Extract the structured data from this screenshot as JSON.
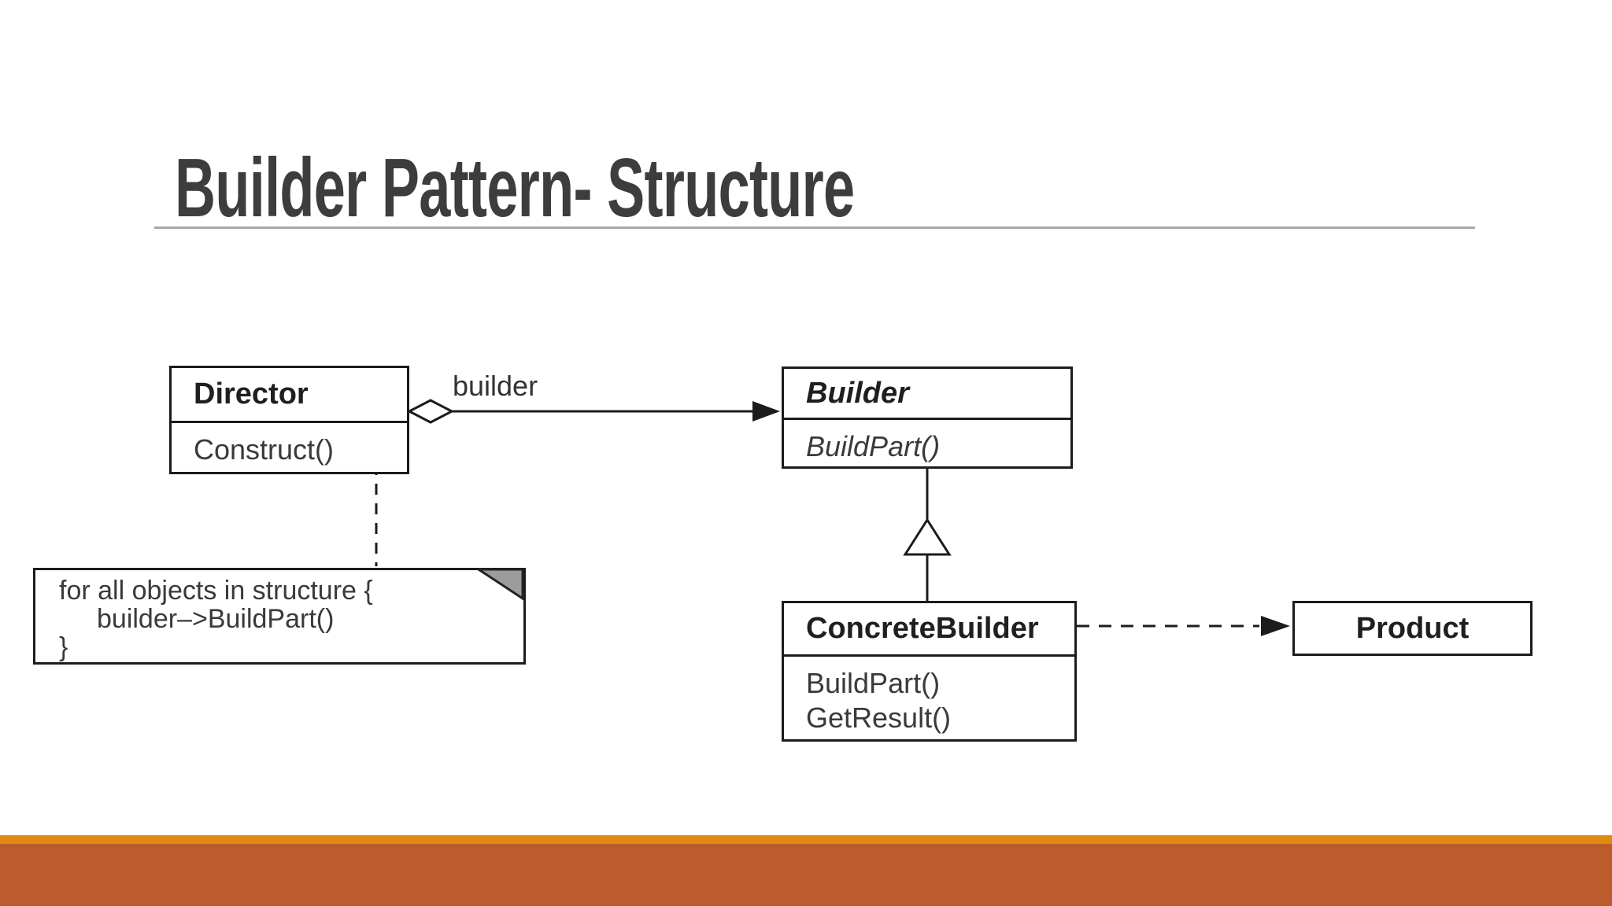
{
  "slide": {
    "title": "Builder Pattern- Structure",
    "accent": {
      "thin_bar_color": "#e18a10",
      "thick_bar_color": "#bc5b2b"
    }
  },
  "diagram": {
    "director": {
      "name": "Director",
      "methods": [
        "Construct()"
      ]
    },
    "association_label": "builder",
    "builder": {
      "name": "Builder",
      "methods": [
        "BuildPart()"
      ]
    },
    "concrete_builder": {
      "name": "ConcreteBuilder",
      "methods": [
        "BuildPart()",
        "GetResult()"
      ]
    },
    "product": {
      "name": "Product"
    },
    "note": {
      "lines": [
        "for all objects in structure {",
        "builder–>BuildPart()",
        "}"
      ]
    }
  }
}
